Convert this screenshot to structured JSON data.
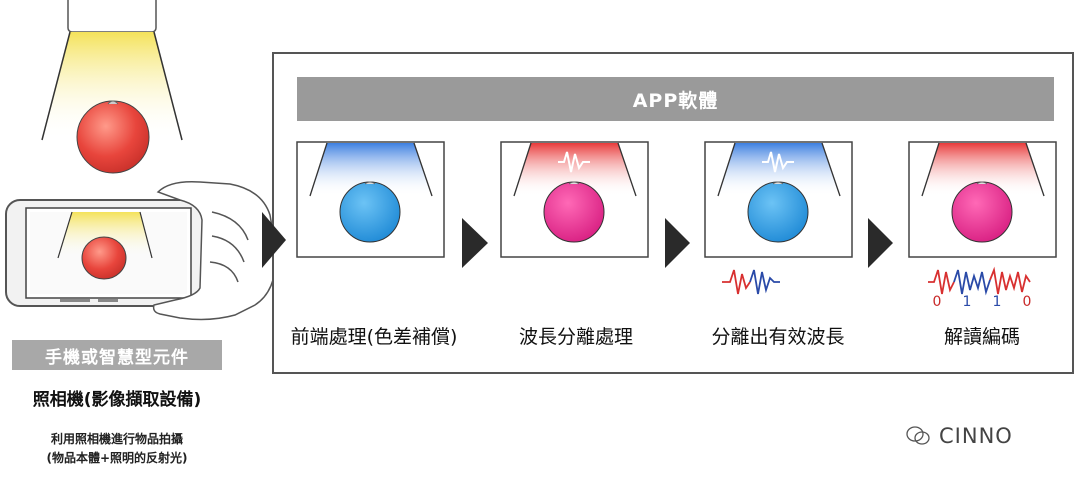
{
  "app_title": "APP軟體",
  "steps": [
    {
      "label": "前端處理(色差補償)"
    },
    {
      "label": "波長分離處理"
    },
    {
      "label": "分離出有效波長"
    },
    {
      "label": "解讀編碼"
    }
  ],
  "decode_bits": [
    "0",
    "1",
    "1",
    "0"
  ],
  "device_label": "手機或智慧型元件",
  "camera_title": "照相機(影像擷取設備)",
  "camera_desc_line1": "利用照相機進行物品拍攝",
  "camera_desc_line2": "(物品本體+照明的反射光)",
  "watermark": "CINNO",
  "colors": {
    "apple_red": "#e8453c",
    "apple_blue": "#2b9be0",
    "apple_magenta": "#e0288a",
    "beam_yellow": "#f7e66a",
    "beam_blue": "#3d7fe0",
    "beam_red": "#e83a3a",
    "bar_gray": "#9a9a9a"
  }
}
